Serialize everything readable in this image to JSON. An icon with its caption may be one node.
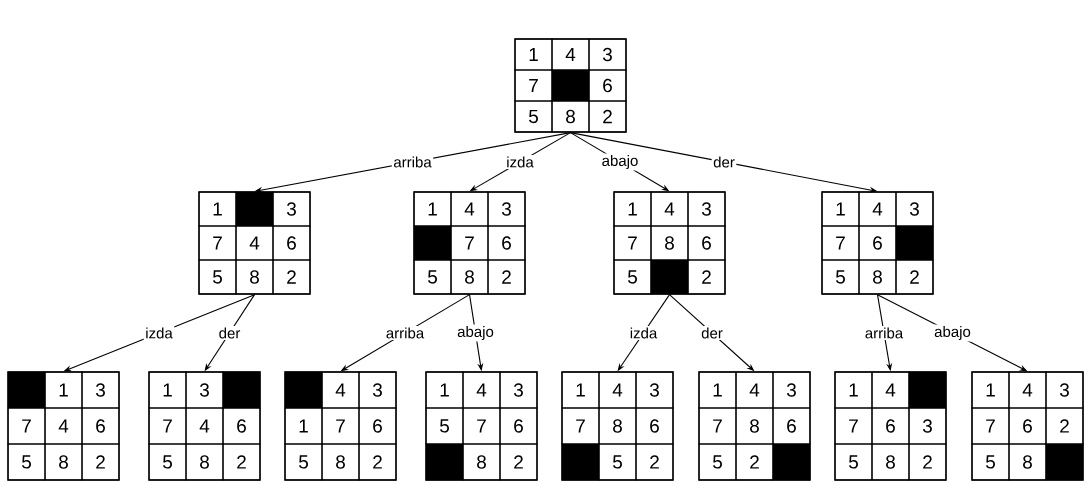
{
  "diagram": {
    "nodes": [
      {
        "text": [],
        "shape": "box"
      },
      {
        "text": [
          "1"
        ],
        "in": 0
      },
      {
        "text": [
          "4"
        ],
        "in": 0
      },
      {
        "text": [
          "3"
        ],
        "in": 0
      },
      {
        "text": [
          "7"
        ],
        "in": 0
      },
      {
        "text": [],
        "shape": "box",
        "in": 0
      },
      {
        "text": [
          "6"
        ],
        "in": 0
      },
      {
        "text": [
          "5"
        ],
        "in": 0
      },
      {
        "text": [
          "8"
        ],
        "in": 0
      },
      {
        "text": [
          "2"
        ],
        "in": 0
      },
      {
        "text": [],
        "shape": "box"
      },
      {
        "text": [
          "1"
        ],
        "in": 10
      },
      {
        "text": [],
        "shape": "box",
        "in": 10
      },
      {
        "text": [
          "3"
        ],
        "in": 10
      },
      {
        "text": [
          "7"
        ],
        "in": 10
      },
      {
        "text": [
          "4"
        ],
        "in": 10
      },
      {
        "text": [
          "6"
        ],
        "in": 10
      },
      {
        "text": [
          "5"
        ],
        "in": 10
      },
      {
        "text": [
          "8"
        ],
        "in": 10
      },
      {
        "text": [
          "2"
        ],
        "in": 10
      },
      {
        "text": [],
        "shape": "box"
      },
      {
        "text": [
          "1"
        ],
        "in": 20
      },
      {
        "text": [
          "4"
        ],
        "in": 20
      },
      {
        "text": [
          "3"
        ],
        "in": 20
      },
      {
        "text": [],
        "shape": "box",
        "in": 20
      },
      {
        "text": [
          "7"
        ],
        "in": 20
      },
      {
        "text": [
          "6"
        ],
        "in": 20
      },
      {
        "text": [
          "5"
        ],
        "in": 20
      },
      {
        "text": [
          "8"
        ],
        "in": 20
      },
      {
        "text": [
          "2"
        ],
        "in": 20
      },
      {
        "text": [],
        "shape": "box"
      },
      {
        "text": [
          "1"
        ],
        "in": 30
      },
      {
        "text": [
          "4"
        ],
        "in": 30
      },
      {
        "text": [
          "3"
        ],
        "in": 30
      },
      {
        "text": [
          "7"
        ],
        "in": 30
      },
      {
        "text": [
          "8"
        ],
        "in": 30
      },
      {
        "text": [
          "6"
        ],
        "in": 30
      },
      {
        "text": [
          "5"
        ],
        "in": 30
      },
      {
        "text": [],
        "shape": "box",
        "in": 30
      },
      {
        "text": [
          "2"
        ],
        "in": 30
      },
      {
        "text": [],
        "shape": "box"
      },
      {
        "text": [
          "1"
        ],
        "in": 40
      },
      {
        "text": [
          "4"
        ],
        "in": 40
      },
      {
        "text": [
          "3"
        ],
        "in": 40
      },
      {
        "text": [
          "7"
        ],
        "in": 40
      },
      {
        "text": [
          "6"
        ],
        "in": 40
      },
      {
        "text": [],
        "shape": "box",
        "in": 40
      },
      {
        "text": [
          "5"
        ],
        "in": 40
      },
      {
        "text": [
          "8"
        ],
        "in": 40
      },
      {
        "text": [
          "2"
        ],
        "in": 40
      },
      {
        "text": [],
        "shape": "box"
      },
      {
        "text": [],
        "shape": "box",
        "in": 50
      },
      {
        "text": [
          "1"
        ],
        "in": 50
      },
      {
        "text": [
          "3"
        ],
        "in": 50
      },
      {
        "text": [
          "7"
        ],
        "in": 50
      },
      {
        "text": [
          "4"
        ],
        "in": 50
      },
      {
        "text": [
          "6"
        ],
        "in": 50
      },
      {
        "text": [
          "5"
        ],
        "in": 50
      },
      {
        "text": [
          "8"
        ],
        "in": 50
      },
      {
        "text": [
          "2"
        ],
        "in": 50
      },
      {
        "text": [],
        "shape": "box"
      },
      {
        "text": [
          "1"
        ],
        "in": 60
      },
      {
        "text": [
          "3"
        ],
        "in": 60
      },
      {
        "text": [],
        "shape": "box",
        "in": 60
      },
      {
        "text": [
          "7"
        ],
        "in": 60
      },
      {
        "text": [
          "4"
        ],
        "in": 60
      },
      {
        "text": [
          "6"
        ],
        "in": 60
      },
      {
        "text": [
          "5"
        ],
        "in": 60
      },
      {
        "text": [
          "8"
        ],
        "in": 60
      },
      {
        "text": [
          "2"
        ],
        "in": 60
      },
      {
        "text": [],
        "shape": "box"
      },
      {
        "text": [],
        "shape": "box",
        "in": 70
      },
      {
        "text": [
          "4"
        ],
        "in": 70
      },
      {
        "text": [
          "3"
        ],
        "in": 70
      },
      {
        "text": [
          "1"
        ],
        "in": 70
      },
      {
        "text": [
          "7"
        ],
        "in": 70
      },
      {
        "text": [
          "6"
        ],
        "in": 70
      },
      {
        "text": [
          "5"
        ],
        "in": 70
      },
      {
        "text": [
          "8"
        ],
        "in": 70
      },
      {
        "text": [
          "2"
        ],
        "in": 70
      },
      {
        "text": [],
        "shape": "box"
      },
      {
        "text": [
          "1"
        ],
        "in": 80
      },
      {
        "text": [
          "4"
        ],
        "in": 80
      },
      {
        "text": [
          "3"
        ],
        "in": 80
      },
      {
        "text": [
          "5"
        ],
        "in": 80
      },
      {
        "text": [
          "7"
        ],
        "in": 80
      },
      {
        "text": [
          "6"
        ],
        "in": 80
      },
      {
        "text": [],
        "shape": "box",
        "in": 80
      },
      {
        "text": [
          "8"
        ],
        "in": 80
      },
      {
        "text": [
          "2"
        ],
        "in": 80
      },
      {
        "text": [],
        "shape": "box"
      },
      {
        "text": [
          "1"
        ],
        "in": 90
      },
      {
        "text": [
          "4"
        ],
        "in": 90
      },
      {
        "text": [
          "3"
        ],
        "in": 90
      },
      {
        "text": [
          "7"
        ],
        "in": 90
      },
      {
        "text": [
          "8"
        ],
        "in": 90
      },
      {
        "text": [
          "6"
        ],
        "in": 90
      },
      {
        "text": [],
        "shape": "box",
        "in": 90
      },
      {
        "text": [
          "5"
        ],
        "in": 90
      },
      {
        "text": [
          "2"
        ],
        "in": 90
      },
      {
        "text": [],
        "shape": "box"
      },
      {
        "text": [
          "1"
        ],
        "in": 100
      },
      {
        "text": [
          "4"
        ],
        "in": 100
      },
      {
        "text": [
          "3"
        ],
        "in": 100
      },
      {
        "text": [
          "7"
        ],
        "in": 100
      },
      {
        "text": [
          "8"
        ],
        "in": 100
      },
      {
        "text": [
          "6"
        ],
        "in": 100
      },
      {
        "text": [
          "5"
        ],
        "in": 100
      },
      {
        "text": [
          "2"
        ],
        "in": 100
      },
      {
        "text": [],
        "shape": "box",
        "in": 100
      },
      {
        "text": [],
        "shape": "box"
      },
      {
        "text": [
          "1"
        ],
        "in": 110
      },
      {
        "text": [
          "4"
        ],
        "in": 110
      },
      {
        "text": [],
        "shape": "box",
        "in": 110
      },
      {
        "text": [
          "7"
        ],
        "in": 110
      },
      {
        "text": [
          "6"
        ],
        "in": 110
      },
      {
        "text": [
          "3"
        ],
        "in": 110
      },
      {
        "text": [
          "5"
        ],
        "in": 110
      },
      {
        "text": [
          "8"
        ],
        "in": 110
      },
      {
        "text": [
          "2"
        ],
        "in": 110
      },
      {
        "text": [],
        "shape": "box"
      },
      {
        "text": [
          "1"
        ],
        "in": 120
      },
      {
        "text": [
          "4"
        ],
        "in": 120
      },
      {
        "text": [
          "3"
        ],
        "in": 120
      },
      {
        "text": [
          "7"
        ],
        "in": 120
      },
      {
        "text": [
          "6"
        ],
        "in": 120
      },
      {
        "text": [
          "2"
        ],
        "in": 120
      },
      {
        "text": [
          "5"
        ],
        "in": 120
      },
      {
        "text": [
          "8"
        ],
        "in": 120
      },
      {
        "text": [],
        "shape": "box",
        "in": 120
      }
    ],
    "edges": [
      {
        "from": 0,
        "to": 10,
        "arrow": "to",
        "label": "arriba"
      },
      {
        "from": 0,
        "to": 20,
        "arrow": "to",
        "label": "izda"
      },
      {
        "from": 0,
        "to": 30,
        "arrow": "to",
        "label": "abajo"
      },
      {
        "from": 0,
        "to": 40,
        "arrow": "to",
        "label": "der"
      },
      {
        "from": 10,
        "to": 50,
        "arrow": "to",
        "label": "izda"
      },
      {
        "from": 10,
        "to": 60,
        "arrow": "to",
        "label": "der"
      },
      {
        "from": 20,
        "to": 70,
        "arrow": "to",
        "label": "arriba"
      },
      {
        "from": 20,
        "to": 80,
        "arrow": "to",
        "label": "abajo"
      },
      {
        "from": 30,
        "to": 90,
        "arrow": "to",
        "label": "izda"
      },
      {
        "from": 30,
        "to": 100,
        "arrow": "to",
        "label": "der"
      },
      {
        "from": 40,
        "to": 110,
        "arrow": "to",
        "label": "arriba"
      },
      {
        "from": 40,
        "to": 120,
        "arrow": "to",
        "label": "abajo"
      }
    ]
  }
}
